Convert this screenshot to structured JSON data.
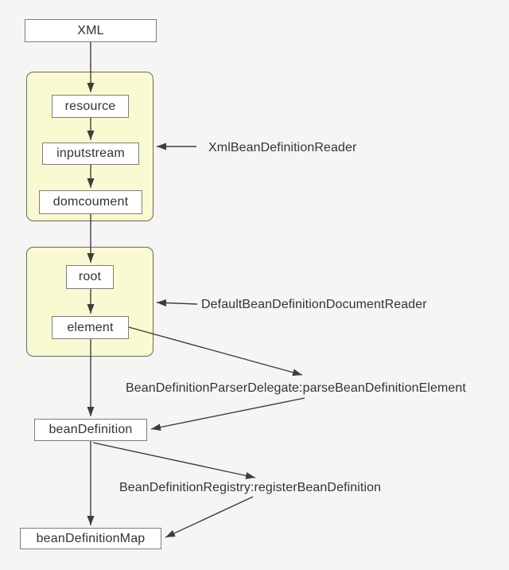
{
  "diagram": {
    "nodes": {
      "xml": "XML",
      "resource": "resource",
      "inputstream": "inputstream",
      "domcoument": "domcoument",
      "root": "root",
      "element": "element",
      "beanDefinition": "beanDefinition",
      "beanDefinitionMap": "beanDefinitionMap"
    },
    "labels": {
      "xmlBeanDefinitionReader": "XmlBeanDefinitionReader",
      "defaultBeanDefinitionDocumentReader": "DefaultBeanDefinitionDocumentReader",
      "parseBeanDefinitionElement": "BeanDefinitionParserDelegate:parseBeanDefinitionElement",
      "registerBeanDefinition": "BeanDefinitionRegistry:registerBeanDefinition"
    },
    "colors": {
      "bg": "#f5f5f3",
      "container-fill": "#fafad2",
      "container-border": "#68685c",
      "box-fill": "#ffffff",
      "box-border": "#7d7d7d",
      "line-color": "#3d3d3d",
      "text-color": "#333333"
    }
  }
}
